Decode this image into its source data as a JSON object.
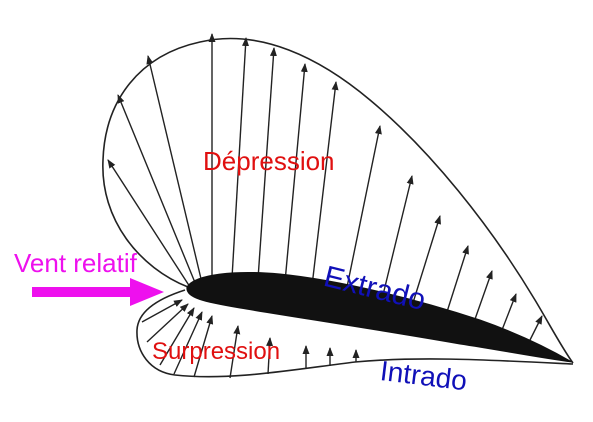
{
  "labels": {
    "depression": "Dépression",
    "vent_relatif": "Vent relatif",
    "surpression": "Surpression",
    "extrado": "Extrado",
    "intrado": "Intrado"
  },
  "colors": {
    "red_label": "#e01010",
    "magenta_label": "#ee10ee",
    "blue_label": "#1010b8",
    "wind_arrow": "#ee10ee",
    "airfoil_fill": "#111111",
    "envelope_stroke": "#222222",
    "vector_stroke": "#222222"
  },
  "icons": {
    "wind_arrow": "right-arrow-icon"
  }
}
